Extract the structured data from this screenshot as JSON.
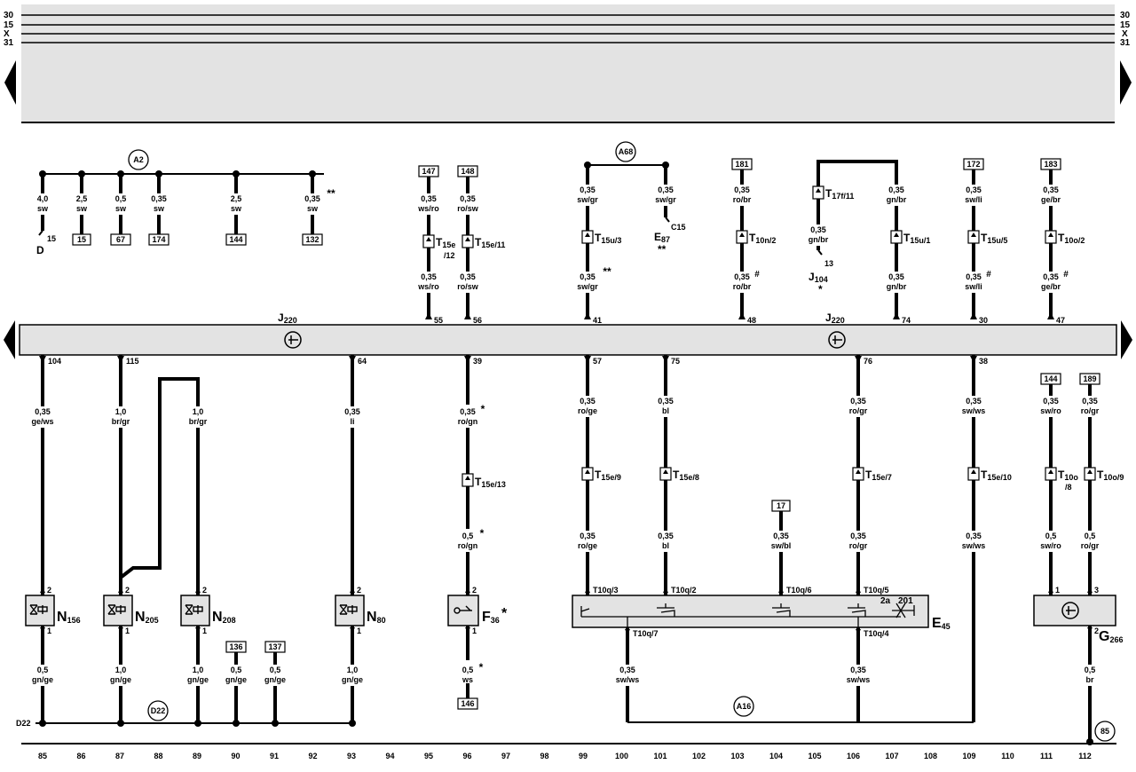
{
  "rails": [
    {
      "label": "30"
    },
    {
      "label": "15"
    },
    {
      "label": "X"
    },
    {
      "label": "31"
    }
  ],
  "top_strip": {
    "fill": "#e3e3e3"
  },
  "ecu_bar": {
    "fill": "#e3e3e3"
  },
  "ecu": {
    "name": "J",
    "sub": "220"
  },
  "tracks": [
    "85",
    "86",
    "87",
    "88",
    "89",
    "90",
    "91",
    "92",
    "93",
    "94",
    "95",
    "96",
    "97",
    "98",
    "99",
    "100",
    "101",
    "102",
    "103",
    "104",
    "105",
    "106",
    "107",
    "108",
    "109",
    "110",
    "111",
    "112"
  ],
  "nodes": {
    "a2": "A2",
    "a68": "A68",
    "a16": "A16",
    "d22": "D22",
    "d22_ground": "D22",
    "c85": "85"
  },
  "labels": {
    "d15_letter": "D",
    "d15_sub": "15",
    "e87_letter": "E",
    "e87_sub": "87",
    "c15": "C15",
    "j104_letter": "J",
    "j104_sub": "104",
    "j104_pin": "13",
    "t17f11_letter": "T",
    "t17f11_sub": "17f/11",
    "t15e12_letter": "T",
    "t15e12_sub": "15e",
    "t15e12_sub2": "/12",
    "t10o8_letter": "T",
    "t10o8_sub": "10o",
    "t10o8_sub2": "/8",
    "n156": "N",
    "n156_sub": "156",
    "n205": "N",
    "n205_sub": "205",
    "n208": "N",
    "n208_sub": "208",
    "n80": "N",
    "n80_sub": "80",
    "f36": "F",
    "f36_sub": "36",
    "e45": "E",
    "e45_sub": "45",
    "g266": "G",
    "g266_sub": "266",
    "sym_2a": "2a",
    "sym_201": "201"
  },
  "refboxes": {
    "b147": "147",
    "b148": "148",
    "b181": "181",
    "b172": "172",
    "b183": "183",
    "b15": "15",
    "b67": "67",
    "b174": "174",
    "b144a": "144",
    "b132": "132",
    "b17": "17",
    "b144b": "144",
    "b189": "189",
    "b136": "136",
    "b137": "137",
    "b146": "146"
  },
  "wires": {
    "w85a_g": "4,0",
    "w85a_c": "sw",
    "w86a_g": "2,5",
    "w86a_c": "sw",
    "w87a_g": "0,5",
    "w87a_c": "sw",
    "w88a_g": "0,35",
    "w88a_c": "sw",
    "w90a_g": "2,5",
    "w90a_c": "sw",
    "w93a_g": "0,35",
    "w93a_c": "sw",
    "w93a_m": "**",
    "w95u_g": "0,35",
    "w95u_c": "ws/ro",
    "w95l_g": "0,35",
    "w95l_c": "ws/ro",
    "w96u_g": "0,35",
    "w96u_c": "ro/sw",
    "w96l_g": "0,35",
    "w96l_c": "ro/sw",
    "w99u_g": "0,35",
    "w99u_c": "sw/gr",
    "w99l_g": "0,35",
    "w99l_c": "sw/gr",
    "w99l_m": "**",
    "w101u_g": "0,35",
    "w101u_c": "sw/gr",
    "w103u_g": "0,35",
    "w103u_c": "ro/br",
    "w103l_g": "0,35",
    "w103l_c": "ro/br",
    "w103l_m": "#",
    "w105_g": "0,35",
    "w105_c": "gn/br",
    "w107u_g": "0,35",
    "w107u_c": "gn/br",
    "w107l_g": "0,35",
    "w107l_c": "gn/br",
    "w109u_g": "0,35",
    "w109u_c": "sw/li",
    "w109l_g": "0,35",
    "w109l_c": "sw/li",
    "w109l_m": "#",
    "w111u_g": "0,35",
    "w111u_c": "ge/br",
    "w111l_g": "0,35",
    "w111l_c": "ge/br",
    "w111l_m": "#",
    "w85b_g": "0,35",
    "w85b_c": "ge/ws",
    "w87b_g": "1,0",
    "w87b_c": "br/gr",
    "w89b_g": "1,0",
    "w89b_c": "br/gr",
    "w93b_g": "0,35",
    "w93b_c": "li",
    "w96b_g": "0,35",
    "w96b_c": "ro/gn",
    "w96b_m": "*",
    "w96c_g": "0,5",
    "w96c_c": "ro/gn",
    "w96c_m": "*",
    "w99b_g": "0,35",
    "w99b_c": "ro/ge",
    "w99c_g": "0,35",
    "w99c_c": "ro/ge",
    "w101b_g": "0,35",
    "w101b_c": "bl",
    "w101c_g": "0,35",
    "w101c_c": "bl",
    "w104c_g": "0,35",
    "w104c_c": "sw/bl",
    "w106b_g": "0,35",
    "w106b_c": "ro/gr",
    "w106c_g": "0,35",
    "w106c_c": "ro/gr",
    "w109b_g": "0,35",
    "w109b_c": "sw/ws",
    "w109c_g": "0,35",
    "w109c_c": "sw/ws",
    "w111b_g": "0,35",
    "w111b_c": "sw/ro",
    "w111c_g": "0,5",
    "w111c_c": "sw/ro",
    "w112b_g": "0,35",
    "w112b_c": "ro/gr",
    "w112c_g": "0,5",
    "w112c_c": "ro/gr",
    "w85d_g": "0,5",
    "w85d_c": "gn/ge",
    "w87d_g": "1,0",
    "w87d_c": "gn/ge",
    "w89d_g": "1,0",
    "w89d_c": "gn/ge",
    "w90d_g": "0,5",
    "w90d_c": "gn/ge",
    "w91d_g": "0,5",
    "w91d_c": "gn/ge",
    "w93d_g": "1,0",
    "w93d_c": "gn/ge",
    "w96d_g": "0,5",
    "w96d_c": "ws",
    "w96d_m": "*",
    "w100d_g": "0,35",
    "w100d_c": "sw/ws",
    "w106d_g": "0,35",
    "w106d_c": "sw/ws",
    "w112d_g": "0,5",
    "w112d_c": "br"
  },
  "pins": {
    "p55": "55",
    "p56": "56",
    "p41": "41",
    "p48": "48",
    "p74": "74",
    "p30": "30",
    "p47": "47",
    "p104": "104",
    "p115": "115",
    "p64": "64",
    "p39": "39",
    "p57": "57",
    "p75": "75",
    "p76": "76",
    "p38": "38",
    "n2a": "2",
    "n1a": "1",
    "n2b": "2",
    "n1b": "1",
    "n2c": "2",
    "n1c": "1",
    "n2d": "2",
    "n1d": "1",
    "n2e": "2",
    "n1e": "1",
    "g1": "1",
    "g3": "3",
    "g2": "2"
  },
  "connectors": {
    "c96": {
      "main": "T",
      "sub": "15e/11"
    },
    "c99": {
      "main": "T",
      "sub": "15u/3"
    },
    "c103": {
      "main": "T",
      "sub": "10n/2"
    },
    "c107": {
      "main": "T",
      "sub": "15u/1"
    },
    "c109": {
      "main": "T",
      "sub": "15u/5"
    },
    "c111": {
      "main": "T",
      "sub": "10o/2"
    },
    "c96b": {
      "main": "T",
      "sub": "15e/13"
    },
    "c99b": {
      "main": "T",
      "sub": "15e/9"
    },
    "c101b": {
      "main": "T",
      "sub": "15e/8"
    },
    "c106b": {
      "main": "T",
      "sub": "15e/7"
    },
    "c109b": {
      "main": "T",
      "sub": "15e/10"
    },
    "c112b": {
      "main": "T",
      "sub": "10o/9"
    }
  },
  "e45_pins": {
    "q3": "T10q/3",
    "q2": "T10q/2",
    "q6": "T10q/6",
    "q5": "T10q/5",
    "q7": "T10q/7",
    "q4": "T10q/4"
  },
  "marks": {
    "f36_star": "*",
    "e87_stars": "**",
    "j104_star": "*"
  }
}
